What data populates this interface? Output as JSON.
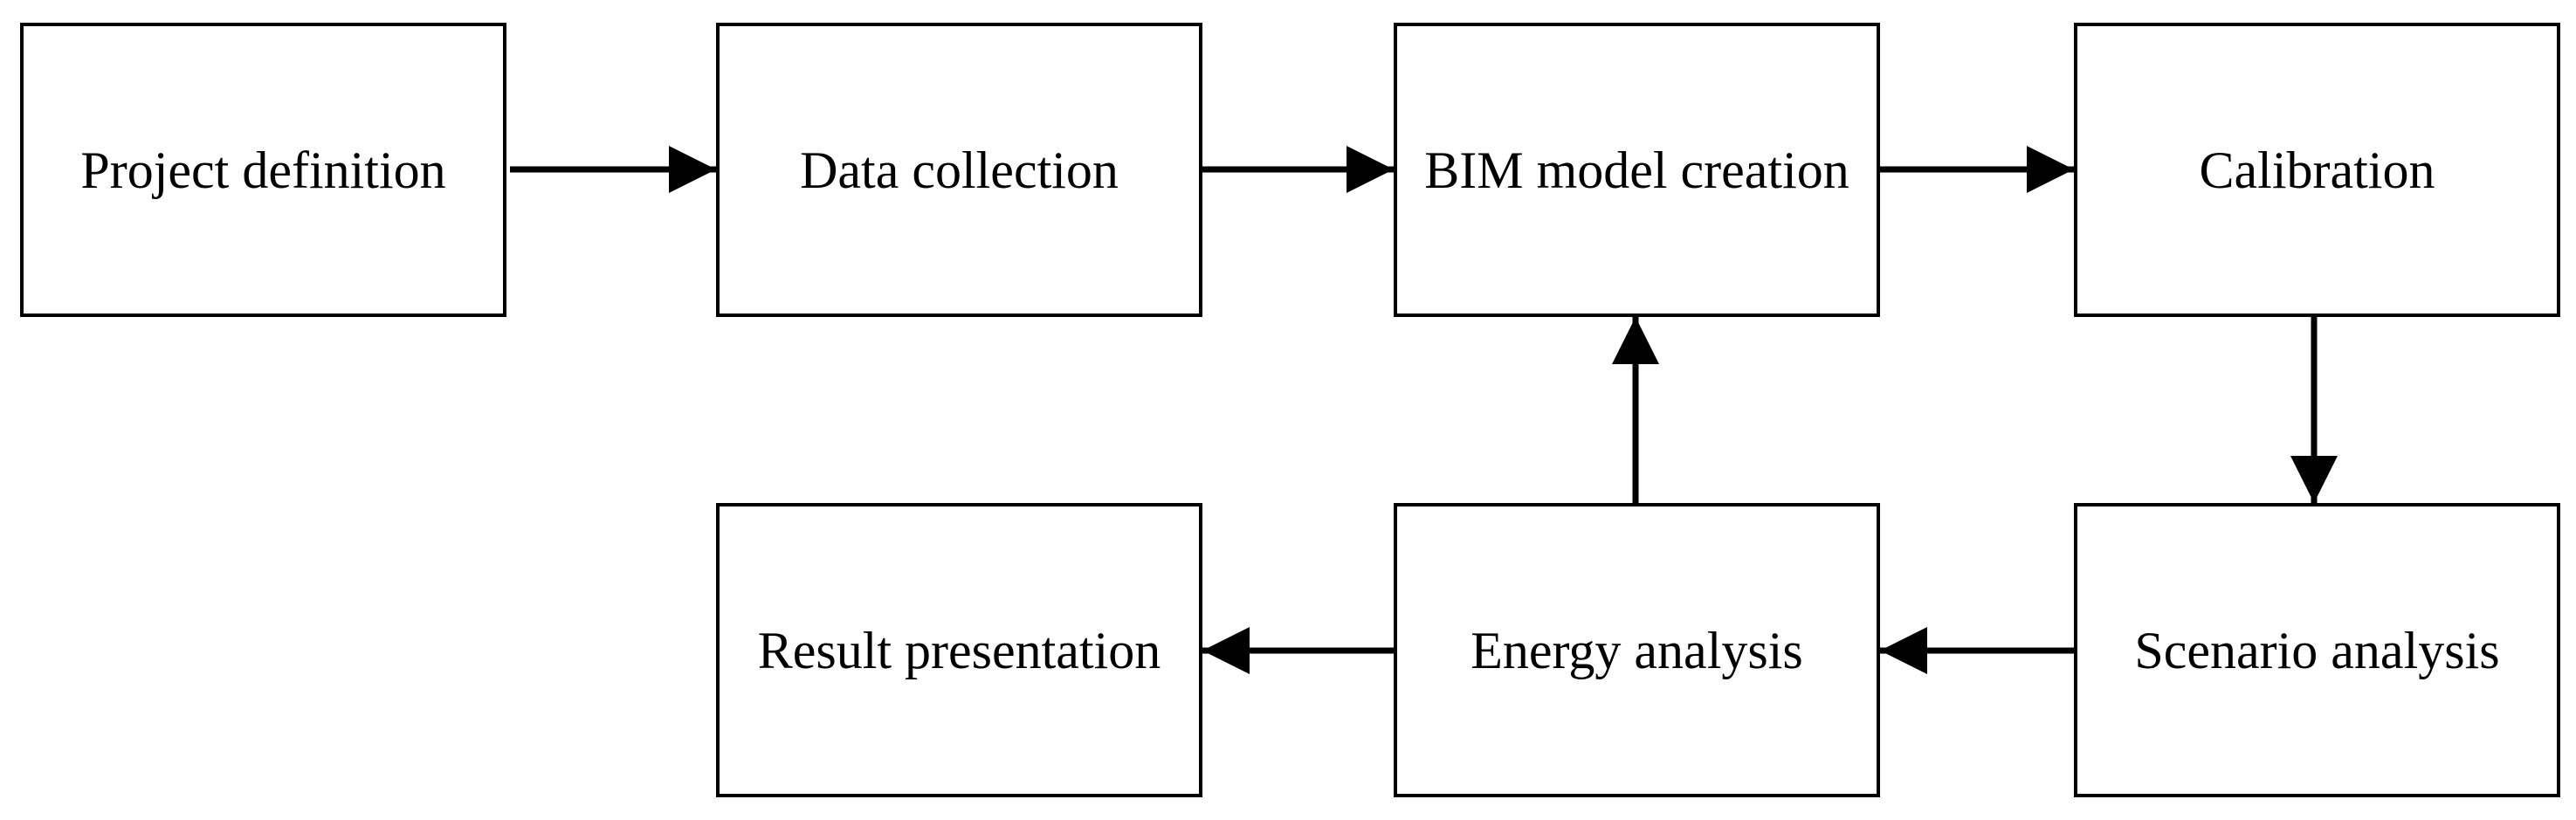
{
  "diagram": {
    "type": "flowchart",
    "background_color": "#ffffff",
    "box_border_color": "#000000",
    "box_fill_color": "#ffffff",
    "text_color": "#000000",
    "arrow_color": "#000000",
    "nodes": [
      {
        "id": "project-definition",
        "label": "Project definition",
        "row": "top",
        "col": 1
      },
      {
        "id": "data-collection",
        "label": "Data collection",
        "row": "top",
        "col": 2
      },
      {
        "id": "bim-model-creation",
        "label": "BIM model creation",
        "row": "top",
        "col": 3
      },
      {
        "id": "calibration",
        "label": "Calibration",
        "row": "top",
        "col": 4
      },
      {
        "id": "result-presentation",
        "label": "Result presentation",
        "row": "bottom",
        "col": 2
      },
      {
        "id": "energy-analysis",
        "label": "Energy analysis",
        "row": "bottom",
        "col": 3
      },
      {
        "id": "scenario-analysis",
        "label": "Scenario analysis",
        "row": "bottom",
        "col": 4
      }
    ],
    "edges": [
      {
        "from": "project-definition",
        "to": "data-collection",
        "direction": "right"
      },
      {
        "from": "data-collection",
        "to": "bim-model-creation",
        "direction": "right"
      },
      {
        "from": "bim-model-creation",
        "to": "calibration",
        "direction": "right"
      },
      {
        "from": "calibration",
        "to": "scenario-analysis",
        "direction": "down"
      },
      {
        "from": "scenario-analysis",
        "to": "energy-analysis",
        "direction": "left"
      },
      {
        "from": "energy-analysis",
        "to": "result-presentation",
        "direction": "left"
      },
      {
        "from": "energy-analysis",
        "to": "bim-model-creation",
        "direction": "up"
      }
    ]
  }
}
